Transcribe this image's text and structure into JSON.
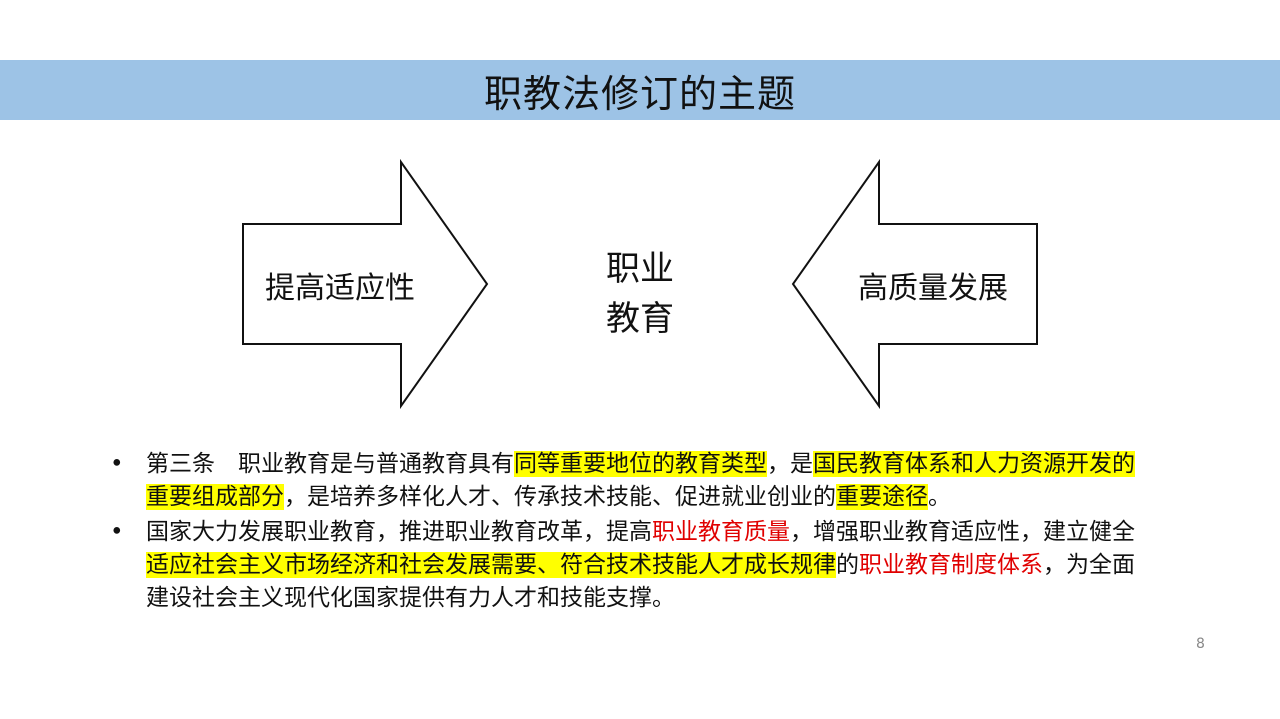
{
  "slide": {
    "title": "职教法修订的主题",
    "page_number": "8"
  },
  "diagram": {
    "left_arrow_label": "提高适应性",
    "right_arrow_label": "高质量发展",
    "center_line1": "职业",
    "center_line2": "教育"
  },
  "bullets": {
    "item1": {
      "seg1": "第三条　职业教育是与普通教育具有",
      "seg2": "同等重要地位的教育类型",
      "seg3": "，是",
      "seg4": "国民教育体系和人力资源开发的重要组成部分",
      "seg5": "，是培养多样化人才、传承技术技能、促进就业创业的",
      "seg6": "重要途径",
      "seg7": "。"
    },
    "item2": {
      "seg1": "国家大力发展职业教育，推进职业教育改革，提高",
      "seg2": "职业教育质量",
      "seg3": "，增强职业教育适应性，建立健全",
      "seg4": "适应社会主义市场经济和社会发展需要、符合技术技能人才成长规律",
      "seg5": "的",
      "seg6": "职业教育制度体系",
      "seg7": "，为全面建设社会主义现代化国家提供有力人才和技能支撑。"
    }
  },
  "colors": {
    "title_bar": "#9dc3e6",
    "highlight": "#ffff00",
    "emphasis_red": "#e00000"
  }
}
